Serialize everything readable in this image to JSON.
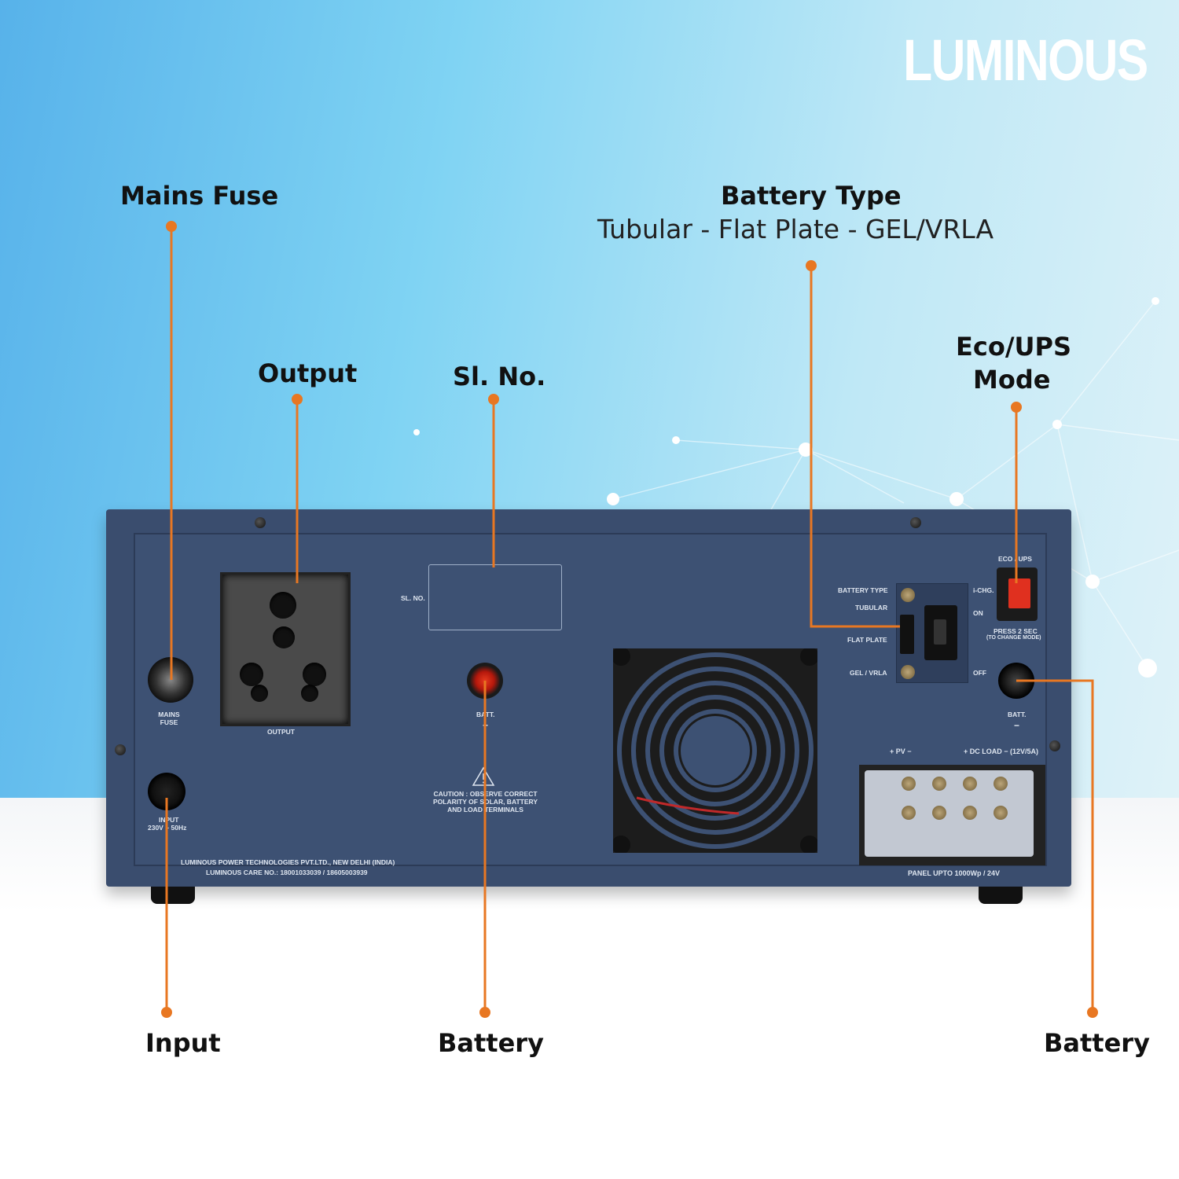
{
  "brand": "LUMINOUS",
  "callouts": {
    "mains_fuse": "Mains Fuse",
    "output": "Output",
    "sl_no": "Sl. No.",
    "battery_type": "Battery Type",
    "battery_type_sub": "Tubular - Flat Plate - GEL/VRLA",
    "eco_ups_line1": "Eco/UPS",
    "eco_ups_line2": "Mode",
    "input": "Input",
    "battery_center": "Battery",
    "battery_right": "Battery"
  },
  "panel_labels": {
    "mains_fuse": "MAINS FUSE",
    "output": "OUTPUT",
    "sl_no": "SL. NO.",
    "input_line1": "INPUT",
    "input_line2": "230V ~ 50Hz",
    "batt_pos": "BATT.",
    "batt_pos_sign": "+",
    "batt_neg": "BATT.",
    "batt_neg_sign": "−",
    "caution": "CAUTION : OBSERVE CORRECT POLARITY OF SOLAR, BATTERY AND LOAD TERMINALS",
    "company": "LUMINOUS POWER TECHNOLOGIES PVT.LTD., NEW DELHI (INDIA)",
    "care": "LUMINOUS CARE NO.: 18001033039 / 18605003939",
    "battery_type": "BATTERY TYPE",
    "tubular": "TUBULAR",
    "flat_plate": "FLAT PLATE",
    "gel_vrla": "GEL / VRLA",
    "i_chg": "i-CHG.",
    "on": "ON",
    "off": "OFF",
    "eco_ups": "ECO / UPS",
    "press_2_sec": "PRESS 2 SEC",
    "to_change_mode": "(TO CHANGE MODE)",
    "pv": "+  PV  −",
    "dc_load": "+ DC LOAD − (12V/5A)",
    "panel_upto": "PANEL UPTO 1000Wp / 24V"
  },
  "colors": {
    "leader": "#e87722",
    "chassis": "#3a4d6e",
    "eco_button": "#e0301f"
  }
}
